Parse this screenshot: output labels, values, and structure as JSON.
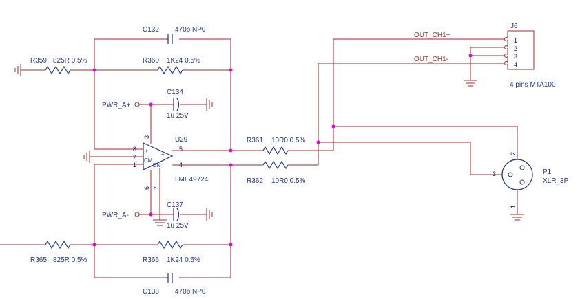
{
  "components": {
    "c132": {
      "ref": "C132",
      "value": "470p NP0"
    },
    "r359": {
      "ref": "R359",
      "value": "825R 0.5%"
    },
    "r360": {
      "ref": "R360",
      "value": "1K24 0.5%"
    },
    "c134": {
      "ref": "C134",
      "value": "1u 25V"
    },
    "u29": {
      "ref": "U29",
      "value": "LME49724"
    },
    "r361": {
      "ref": "R361",
      "value": "10R0 0.5%"
    },
    "r362": {
      "ref": "R362",
      "value": "10R0 0.5%"
    },
    "c137": {
      "ref": "C137",
      "value": "1u 25V"
    },
    "r365": {
      "ref": "R365",
      "value": "825R 0.5%"
    },
    "r366": {
      "ref": "R366",
      "value": "1K24 0.5%"
    },
    "c138": {
      "ref": "C138",
      "value": "470p NP0"
    },
    "j6": {
      "ref": "J6",
      "value": "4 pins MTA100"
    },
    "p1": {
      "ref": "P1",
      "value": "XLR_3P"
    }
  },
  "nets": {
    "pwr_a_plus": "PWR_A+",
    "pwr_a_minus": "PWR_A-",
    "out_ch1_plus": "OUT_CH1+",
    "out_ch1_minus": "OUT_CH1-"
  },
  "u29_pins": {
    "p3": "3",
    "p8": "8",
    "p2": "2",
    "p1": "1",
    "p5": "5",
    "p4": "4",
    "p6": "6",
    "p7": "7"
  },
  "u29_marks": {
    "plus": "+",
    "minus": "-",
    "cm": "CM",
    "en": "EN",
    "out_plus": "+",
    "out_minus": "-"
  },
  "j6_pins": [
    "1",
    "2",
    "3",
    "4"
  ],
  "p1_pins": {
    "p1": "1",
    "p2": "2",
    "p3": "3"
  }
}
